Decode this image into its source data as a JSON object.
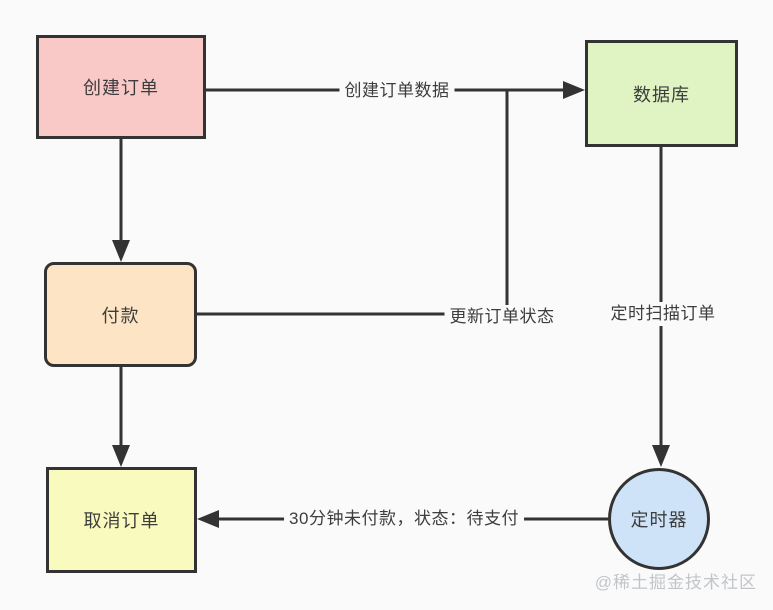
{
  "diagram": {
    "title": "order-timeout-cancel-flow",
    "nodes": {
      "create_order": {
        "label": "创建订单",
        "shape": "rect",
        "fill": "#f9c9c8"
      },
      "database": {
        "label": "数据库",
        "shape": "rect",
        "fill": "#dff3c3"
      },
      "payment": {
        "label": "付款",
        "shape": "rounded-rect",
        "fill": "#fde4c4"
      },
      "cancel_order": {
        "label": "取消订单",
        "shape": "rect",
        "fill": "#f9fabd"
      },
      "timer": {
        "label": "定时器",
        "shape": "circle",
        "fill": "#cfe3f8"
      }
    },
    "edges": {
      "create_to_database": {
        "label": "创建订单数据",
        "from": "create_order",
        "to": "database"
      },
      "create_to_payment": {
        "label": "",
        "from": "create_order",
        "to": "payment"
      },
      "payment_to_database": {
        "label": "更新订单状态",
        "from": "payment",
        "to": "database"
      },
      "database_to_timer": {
        "label": "定时扫描订单",
        "from": "database",
        "to": "timer"
      },
      "payment_to_cancel": {
        "label": "",
        "from": "payment",
        "to": "cancel_order"
      },
      "timer_to_cancel": {
        "label": "30分钟未付款，状态：待支付",
        "from": "timer",
        "to": "cancel_order"
      }
    },
    "style": {
      "background": "#fafafa",
      "line_color": "#333333",
      "text_color": "#3d3d3d",
      "watermark_color": "#c2c5c8"
    },
    "watermark": "@稀土掘金技术社区"
  }
}
